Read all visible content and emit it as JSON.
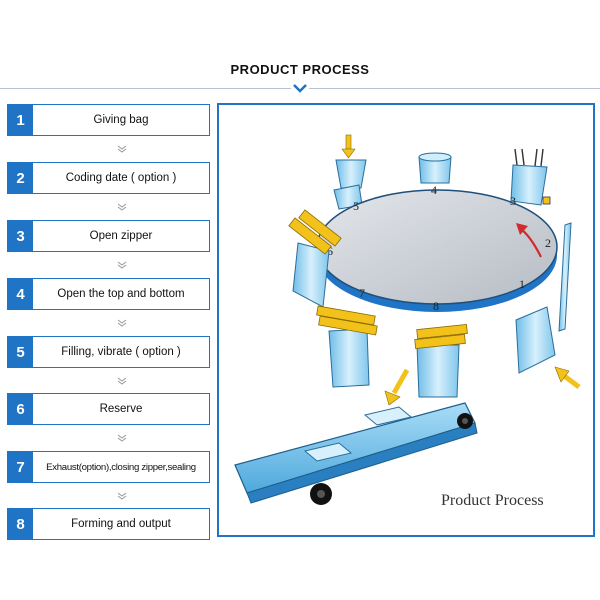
{
  "header": {
    "title": "PRODUCT PROCESS"
  },
  "steps": [
    {
      "num": "1",
      "label": "Giving bag"
    },
    {
      "num": "2",
      "label": "Coding date ( option )"
    },
    {
      "num": "3",
      "label": "Open zipper"
    },
    {
      "num": "4",
      "label": "Open the top and bottom"
    },
    {
      "num": "5",
      "label": "Filling, vibrate ( option )"
    },
    {
      "num": "6",
      "label": "Reserve"
    },
    {
      "num": "7",
      "label": "Exhaust(option),closing zipper,sealing"
    },
    {
      "num": "8",
      "label": "Forming and output"
    }
  ],
  "diagram": {
    "caption": "Product Process",
    "stations": [
      "1",
      "2",
      "3",
      "4",
      "5",
      "6",
      "7",
      "8"
    ]
  },
  "colors": {
    "accent": "#1f74c6",
    "bag": "#8ed0f2",
    "clamp": "#f2c21a",
    "arrow": "#d22b2b"
  }
}
